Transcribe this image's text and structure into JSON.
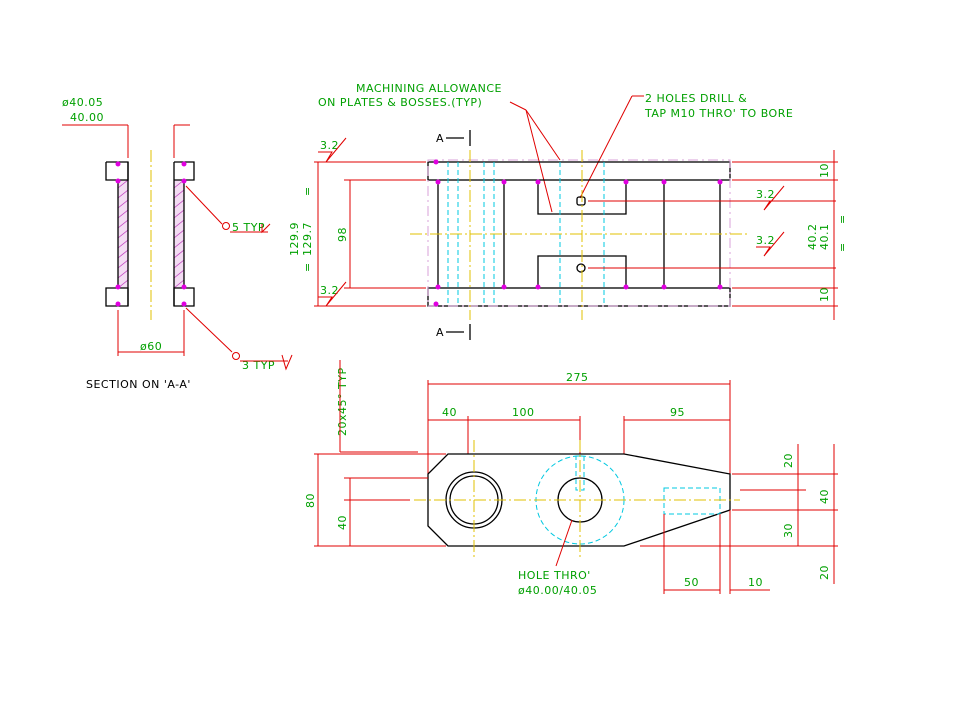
{
  "drawing": {
    "section_view": {
      "bore_tolerance_upper": "ø40.05",
      "bore_tolerance_lower": "40.00",
      "weld_5": "5 TYP",
      "weld_3": "3 TYP",
      "outer_diameter": "ø60",
      "section_title": "SECTION ON 'A-A'"
    },
    "top_view": {
      "note_machining_1": "MACHINING ALLOWANCE",
      "note_machining_2": "ON PLATES & BOSSES.(TYP)",
      "note_holes_1": "2 HOLES DRILL &",
      "note_holes_2": "TAP M10 THRO' TO BORE",
      "section_mark": "A",
      "surface_finish": "3.2",
      "dim_overall_1": "129.9",
      "dim_overall_2": "129.7",
      "dim_inner": "98",
      "equal": "=",
      "dim_10": "10",
      "dim_40_2": "40.2",
      "dim_40_1": "40.1"
    },
    "front_view": {
      "chamfer": "20x45° TYP",
      "dim_275": "275",
      "dim_40": "40",
      "dim_100": "100",
      "dim_95": "95",
      "dim_80": "80",
      "dim_40_left": "40",
      "dim_20_top": "20",
      "dim_40_right": "40",
      "dim_30": "30",
      "dim_20_bottom": "20",
      "dim_50": "50",
      "dim_10": "10",
      "hole_note_1": "HOLE THRO'",
      "hole_note_2": "ø40.00/40.05"
    }
  }
}
